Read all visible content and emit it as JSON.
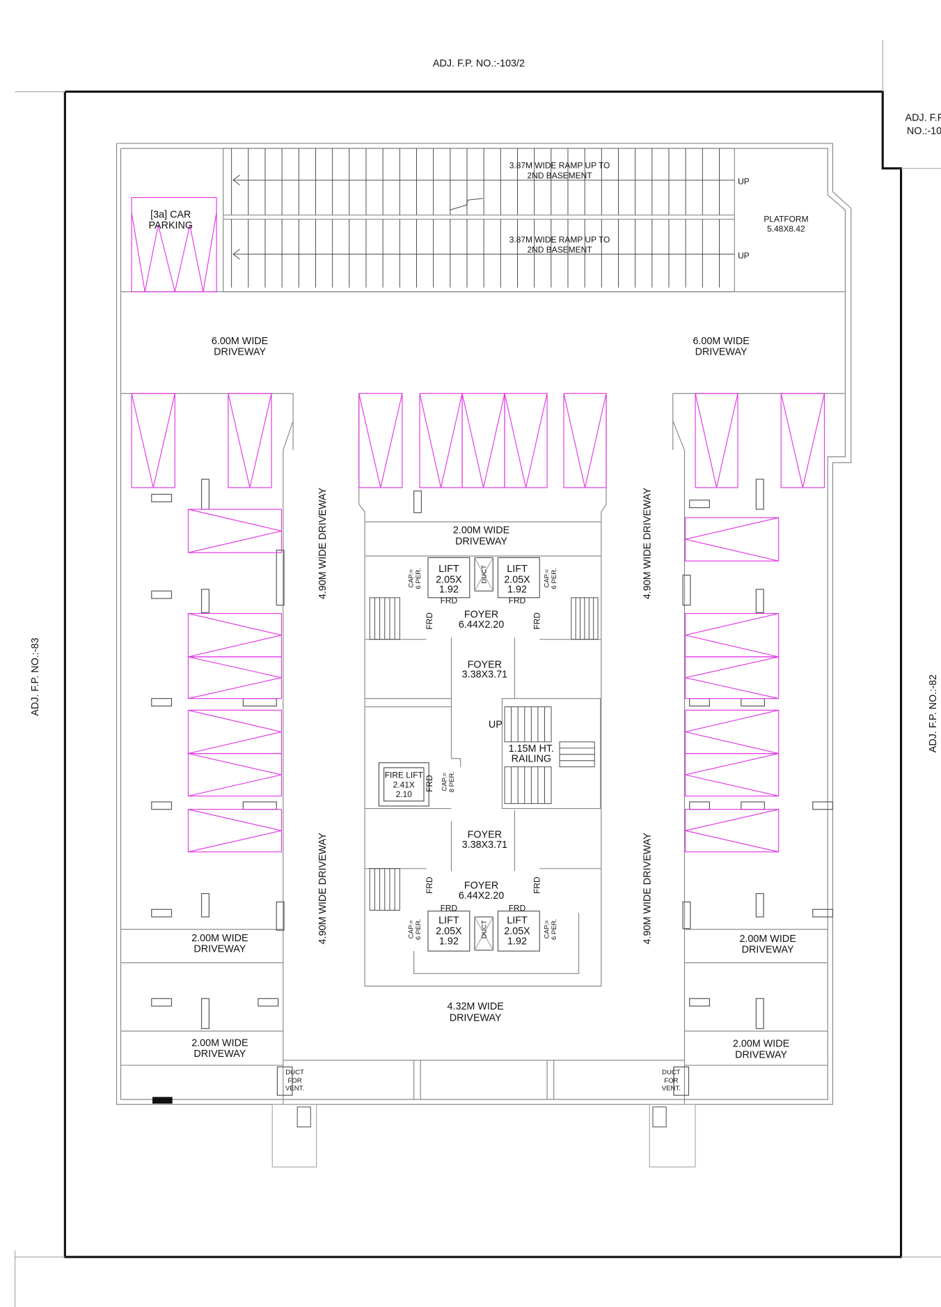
{
  "adjacent": {
    "top": "ADJ. F.P. NO.:-103/2",
    "left": "ADJ. F.P. NO.:-83",
    "right": "ADJ. F.P. NO.:-82",
    "top_right_line1": "ADJ. F.P.",
    "top_right_line2": "NO.:-10"
  },
  "ramps": [
    {
      "line1": "3.87M WIDE RAMP UP TO",
      "line2": "2ND BASEMENT",
      "direction": "UP"
    },
    {
      "line1": "3.87M WIDE RAMP UP TO",
      "line2": "2ND BASEMENT",
      "direction": "UP"
    }
  ],
  "platform": {
    "label": "PLATFORM",
    "size": "5.48X8.42"
  },
  "car_parking": {
    "line1": "[3a] CAR",
    "line2": "PARKING"
  },
  "driveways": {
    "top_left": {
      "line1": "6.00M WIDE",
      "line2": "DRIVEWAY"
    },
    "top_right": {
      "line1": "6.00M WIDE",
      "line2": "DRIVEWAY"
    },
    "left_upper": "4.90M WIDE DRIVEWAY",
    "left_lower": "4.90M WIDE DRIVEWAY",
    "right_upper": "4.90M WIDE DRIVEWAY",
    "right_lower": "4.90M WIDE DRIVEWAY",
    "core_top": {
      "line1": "2.00M WIDE",
      "line2": "DRIVEWAY"
    },
    "left_mid": {
      "line1": "2.00M WIDE",
      "line2": "DRIVEWAY"
    },
    "right_mid": {
      "line1": "2.00M WIDE",
      "line2": "DRIVEWAY"
    },
    "left_bottom": {
      "line1": "2.00M WIDE",
      "line2": "DRIVEWAY"
    },
    "right_bottom": {
      "line1": "2.00M WIDE",
      "line2": "DRIVEWAY"
    },
    "bottom_center": {
      "line1": "4.32M WIDE",
      "line2": "DRIVEWAY"
    }
  },
  "core": {
    "lift": {
      "label": "LIFT",
      "size1": "2.05X",
      "size2": "1.92"
    },
    "duct": "DUCT",
    "frd": "FRD",
    "cap6_line1": "CAP.=",
    "cap6_line2": "6 PER.",
    "cap8_line1": "CAP.=",
    "cap8_line2": "8 PER.",
    "foyer_large": {
      "label": "FOYER",
      "size": "6.44X2.20"
    },
    "foyer_small": {
      "label": "FOYER",
      "size": "3.38X3.71"
    },
    "stair_up": "UP",
    "railing": {
      "line1": "1.15M HT.",
      "line2": "RAILING"
    },
    "fire_lift": {
      "label": "FIRE LIFT",
      "size1": "2.41X",
      "size2": "2.10"
    }
  },
  "vent_duct": {
    "line1": "DUCT",
    "line2": "FOR",
    "line3": "VENT."
  },
  "colors": {
    "parking": "#e23ce6",
    "boundary": "#111111",
    "walls": "#8a8a8a"
  }
}
